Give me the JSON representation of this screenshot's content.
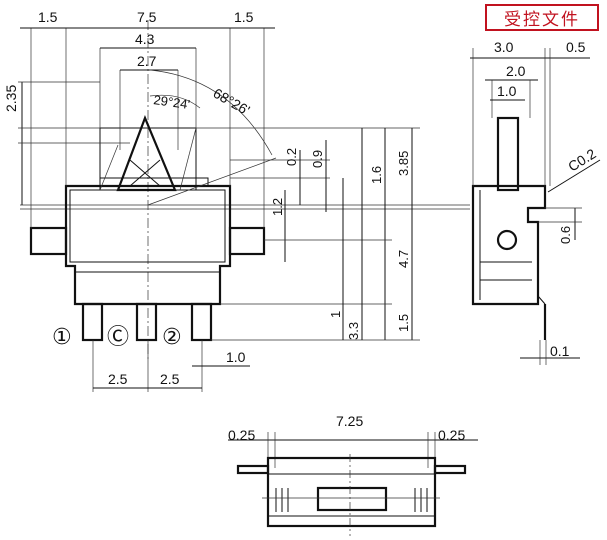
{
  "stamp": "受控文件",
  "top_dims": {
    "d1": "1.5",
    "d2": "7.5",
    "d3": "1.5",
    "d4": "4.3",
    "d5": "2.7"
  },
  "angles": {
    "a1": "29°24'",
    "a2": "68°26'"
  },
  "left_dims": {
    "d235": "2.35"
  },
  "vert_dims": {
    "d02": "0.2",
    "d09": "0.9",
    "d12": "1.2",
    "d16": "1.6",
    "d385": "3.85",
    "d47": "4.7",
    "d15": "1.5",
    "d1": "1",
    "d33": "3.3"
  },
  "pin_labels": {
    "p1": "①",
    "pc": "Ⓒ",
    "p2": "②"
  },
  "bottom_dims": {
    "d25a": "2.5",
    "d25b": "2.5",
    "d10": "1.0"
  },
  "side_dims": {
    "d30": "3.0",
    "d05": "0.5",
    "d20": "2.0",
    "d10": "1.0",
    "dc02": "C0.2",
    "d06": "0.6",
    "d01": "0.1"
  },
  "plan_dims": {
    "d725": "7.25",
    "d025a": "0.25",
    "d025b": "0.25"
  }
}
